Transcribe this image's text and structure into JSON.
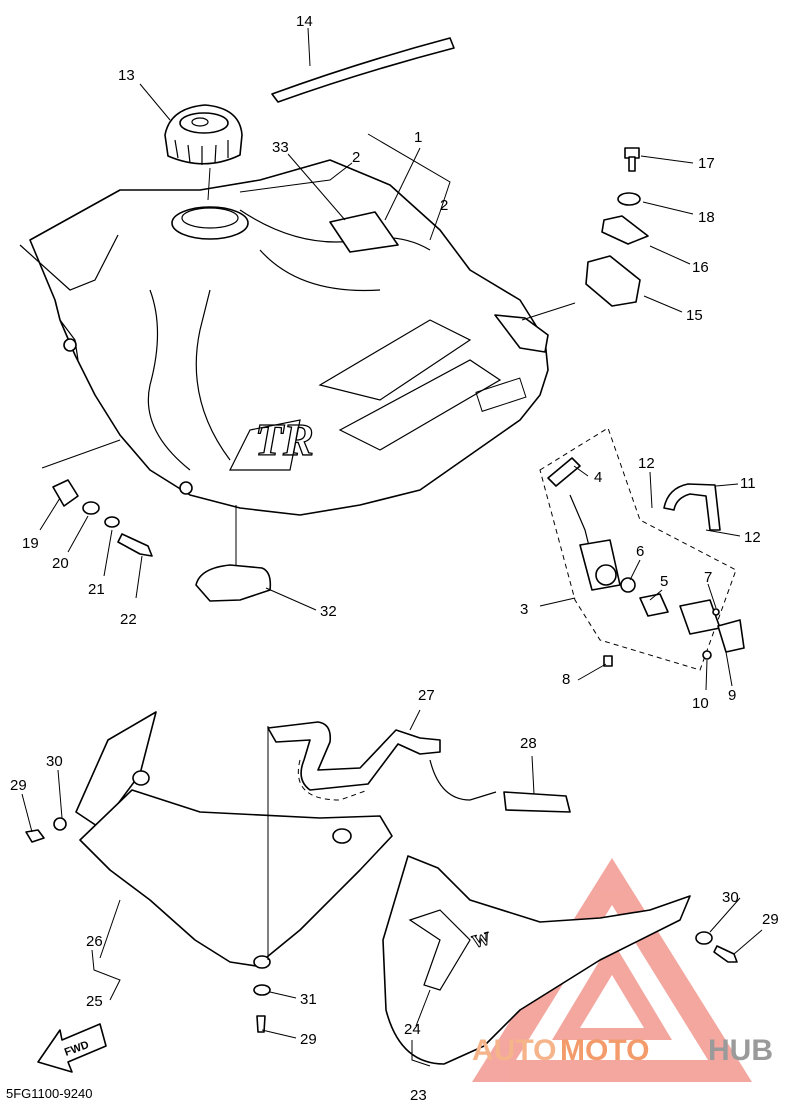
{
  "diagram": {
    "code": "5FG1100-9240",
    "fwd_label": "FWD",
    "labels": {
      "l1": "1",
      "l2a": "2",
      "l2b": "2",
      "l3": "3",
      "l4": "4",
      "l5": "5",
      "l6": "6",
      "l7": "7",
      "l8": "8",
      "l9": "9",
      "l10": "10",
      "l11": "11",
      "l12a": "12",
      "l12b": "12",
      "l13": "13",
      "l14": "14",
      "l15": "15",
      "l16": "16",
      "l17": "17",
      "l18": "18",
      "l19": "19",
      "l20": "20",
      "l21": "21",
      "l22": "22",
      "l23": "23",
      "l24": "24",
      "l25": "25",
      "l26": "26",
      "l27": "27",
      "l28": "28",
      "l29a": "29",
      "l29b": "29",
      "l29c": "29",
      "l30a": "30",
      "l30b": "30",
      "l31": "31",
      "l32": "32",
      "l33": "33"
    }
  },
  "watermark": {
    "auto": "AUTO",
    "moto": "MOTO",
    "hub": "HUB",
    "color": "#f08a80"
  }
}
